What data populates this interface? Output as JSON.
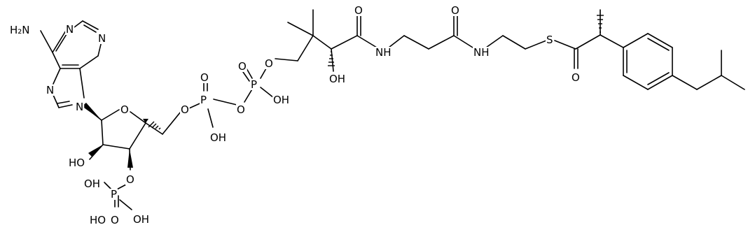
{
  "molecule": {
    "atoms": [
      {
        "id": "a_nh2",
        "label": "H2N",
        "display": "H₂N"
      },
      {
        "id": "a_n1",
        "label": "N"
      },
      {
        "id": "a_n3",
        "label": "N"
      },
      {
        "id": "a_n7",
        "label": "N"
      },
      {
        "id": "a_n9",
        "label": "N"
      },
      {
        "id": "a_o4",
        "label": "O"
      },
      {
        "id": "a_ho2",
        "label": "HO"
      },
      {
        "id": "a_o3",
        "label": "O"
      },
      {
        "id": "a_p3",
        "label": "P"
      },
      {
        "id": "a_p3_oh1",
        "label": "OH"
      },
      {
        "id": "a_p3_oh2",
        "label": "OH"
      },
      {
        "id": "a_p3_o",
        "label": "O"
      },
      {
        "id": "a_ho3",
        "label": "HO"
      },
      {
        "id": "a_o5",
        "label": "O"
      },
      {
        "id": "a_pa",
        "label": "P"
      },
      {
        "id": "a_pa_o",
        "label": "O"
      },
      {
        "id": "a_pa_oh",
        "label": "OH"
      },
      {
        "id": "a_oab",
        "label": "O"
      },
      {
        "id": "a_pb",
        "label": "P"
      },
      {
        "id": "a_pb_o",
        "label": "O"
      },
      {
        "id": "a_pb_oh",
        "label": "OH"
      },
      {
        "id": "a_opan",
        "label": "O"
      },
      {
        "id": "a_oh_pan",
        "label": "OH"
      },
      {
        "id": "a_o_am1",
        "label": "O"
      },
      {
        "id": "a_nh1",
        "label": "NH"
      },
      {
        "id": "a_o_am2",
        "label": "O"
      },
      {
        "id": "a_nh2b",
        "label": "NH"
      },
      {
        "id": "a_s",
        "label": "S"
      },
      {
        "id": "a_o_thio",
        "label": "O"
      }
    ]
  }
}
